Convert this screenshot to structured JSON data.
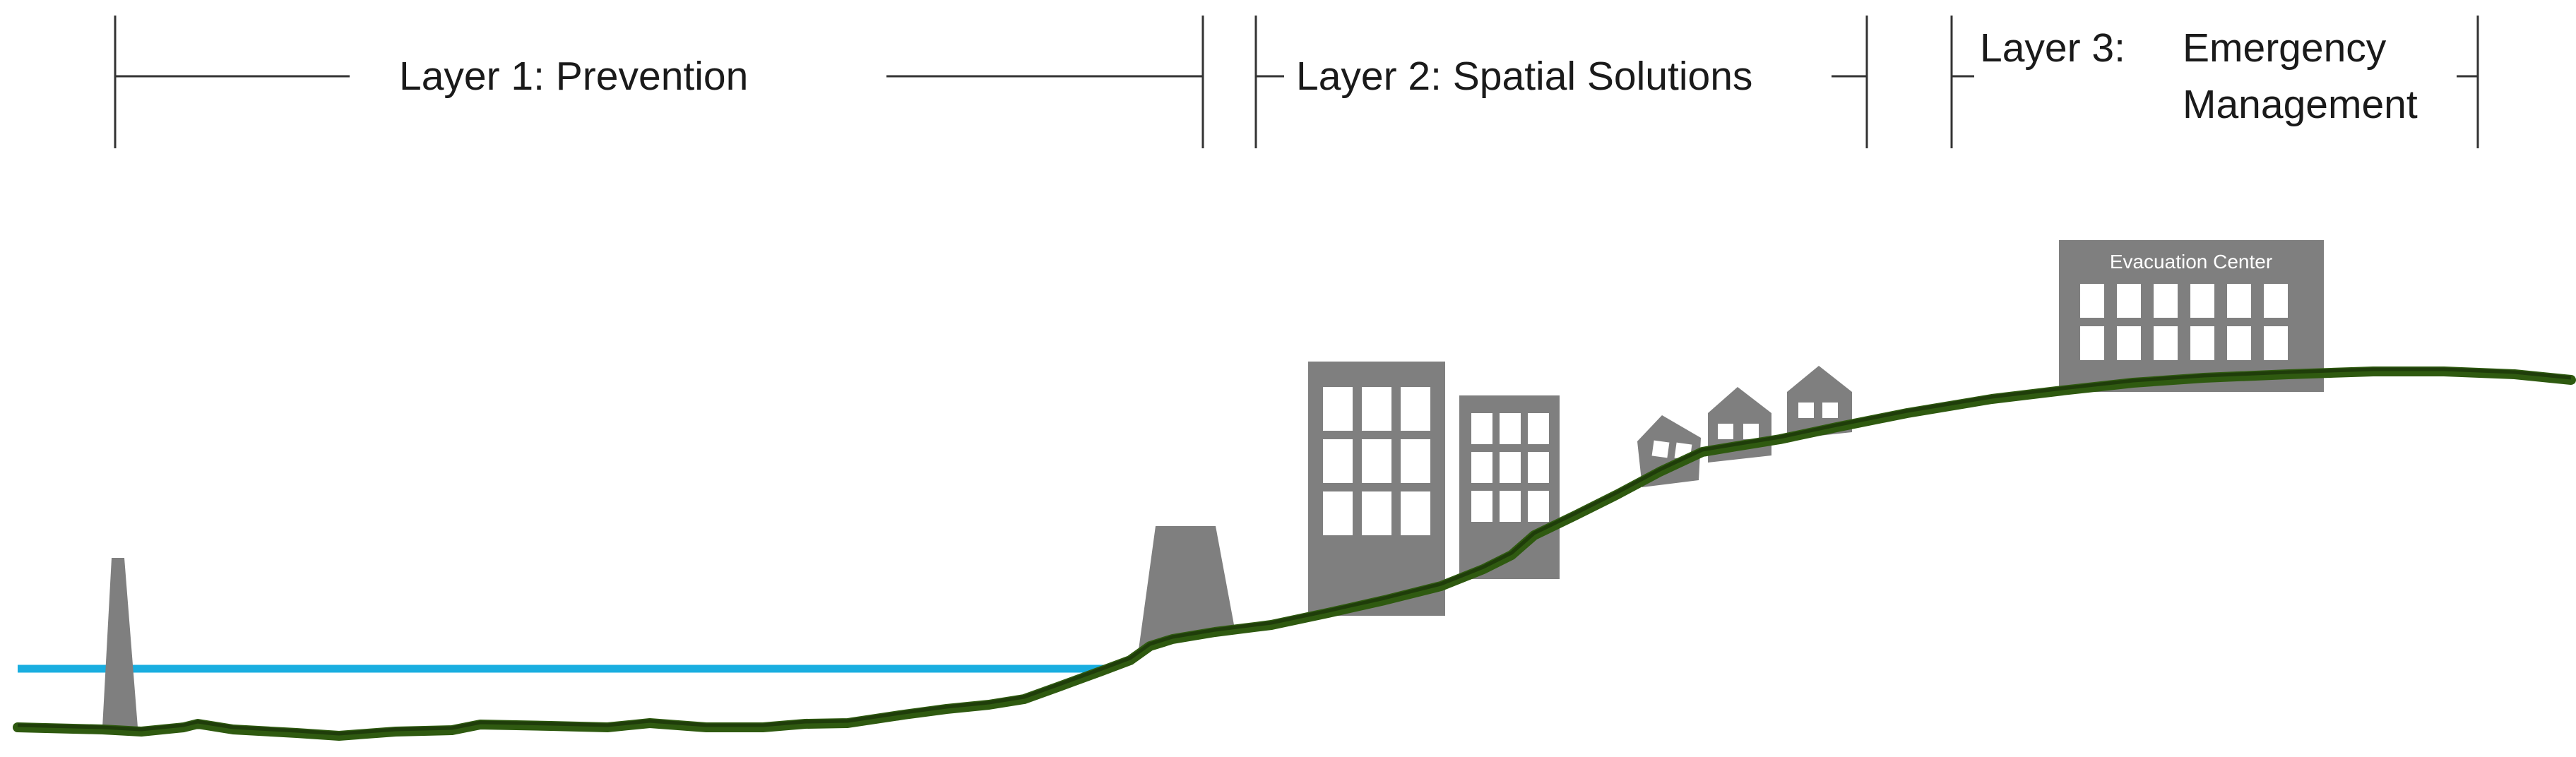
{
  "layers": [
    {
      "lines": [
        "Layer 1: Prevention"
      ]
    },
    {
      "lines": [
        "Layer 2: Spatial Solutions"
      ]
    },
    {
      "lines": [
        "Layer 3:",
        "Emergency",
        "Management"
      ]
    }
  ],
  "building_label": "Evacuation Center",
  "colors": {
    "ground": "#2f5a10",
    "ground_dark": "#1f3d0a",
    "water": "#19aee0",
    "structures": "#7f7f7f",
    "windows": "#ffffff",
    "text": "#1a1a1a"
  },
  "icons": [
    "breakwater-icon",
    "dike-icon",
    "office-building-icon",
    "house-icon",
    "evacuation-center-icon"
  ]
}
